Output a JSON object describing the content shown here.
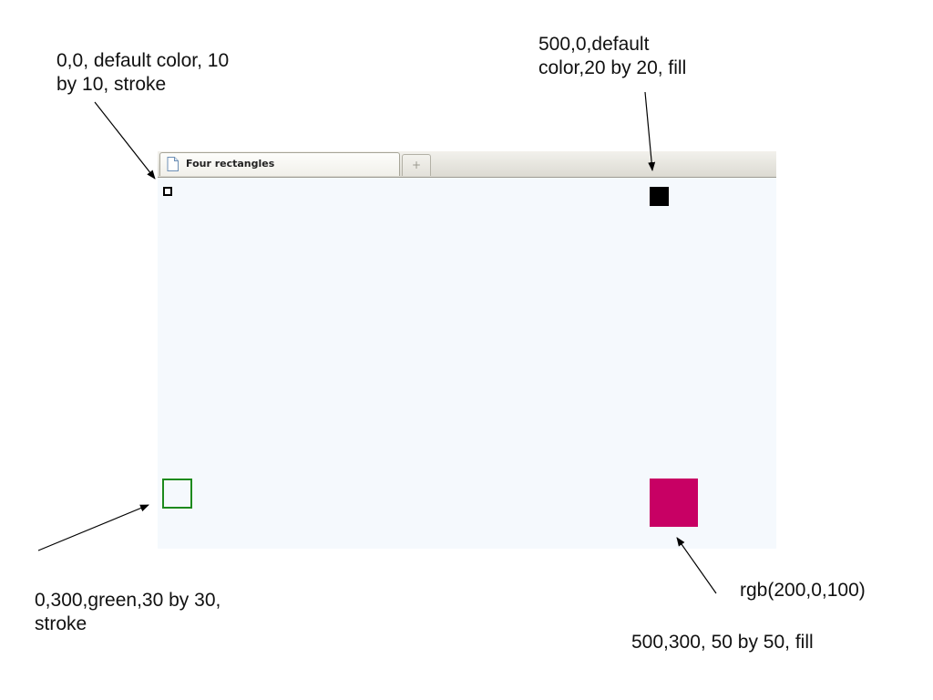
{
  "annotations": {
    "top_left": "0,0, default color, 10\nby 10, stroke",
    "top_right": "500,0,default\ncolor,20 by 20, fill",
    "bottom_left": "0,300,green,30 by 30,\nstroke",
    "bottom_right_color": "rgb(200,0,100)",
    "bottom_right_size": "500,300, 50 by 50, fill"
  },
  "browser": {
    "tab_title": "Four rectangles",
    "new_tab_glyph": "+"
  },
  "rectangles": [
    {
      "name": "rect-default-stroke",
      "color": "#000000",
      "style": "stroke"
    },
    {
      "name": "rect-default-fill",
      "color": "#000000",
      "style": "fill"
    },
    {
      "name": "rect-green-stroke",
      "color": "#1d8a1d",
      "style": "stroke"
    },
    {
      "name": "rect-rgb-fill",
      "color": "rgb(200,0,100)",
      "style": "fill"
    }
  ],
  "icons": {
    "tab_icon": "page-icon",
    "new_tab": "plus-icon"
  }
}
